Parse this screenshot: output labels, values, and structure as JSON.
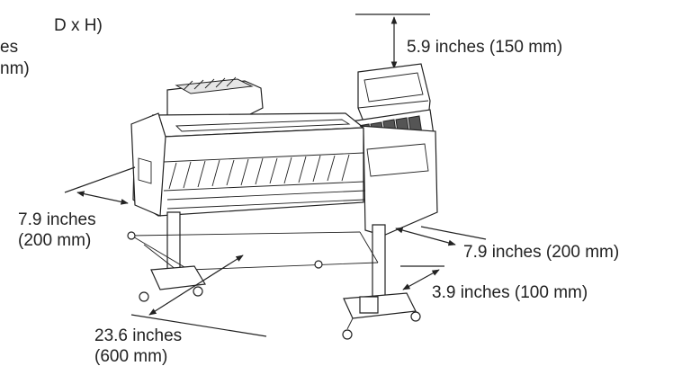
{
  "left_note": {
    "line1": "D x H)",
    "line2": "es",
    "line3": "nm)"
  },
  "dimensions": {
    "top": "5.9 inches (150 mm)",
    "left_line1": "7.9 inches",
    "left_line2": "(200 mm)",
    "right": "7.9 inches (200 mm)",
    "back": "3.9 inches (100 mm)",
    "front_line1": "23.6 inches",
    "front_line2": "(600 mm)"
  },
  "colors": {
    "line": "#222222",
    "background": "#ffffff"
  }
}
